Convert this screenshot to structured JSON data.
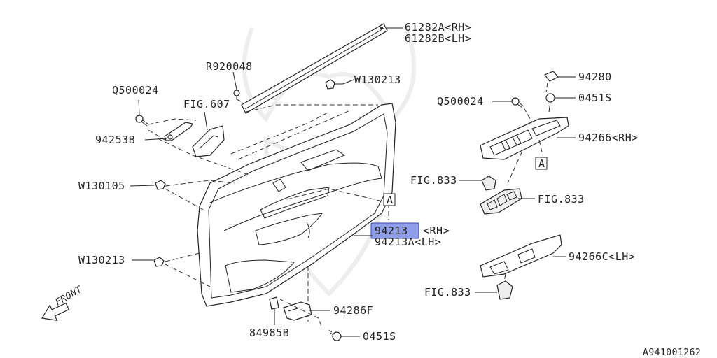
{
  "callouts": {
    "belt_rh": "61282A<RH>",
    "belt_lh": "61282B<LH>",
    "r920048": "R920048",
    "w130213_top": "W130213",
    "q500024_left": "Q500024",
    "fig607": "FIG.607",
    "p94253b": "94253B",
    "w130105": "W130105",
    "w130213_bottom": "W130213",
    "p94280": "94280",
    "q500024_right": "Q500024",
    "p0451s_top": "0451S",
    "p94266_rh": "94266<RH>",
    "fig833_a": "FIG.833",
    "fig833_b": "FIG.833",
    "trim_rh_part": "94213",
    "trim_rh_side": "<RH>",
    "trim_lh": "94213A<LH>",
    "p94266c_lh": "94266C<LH>",
    "fig833_c": "FIG.833",
    "p94286f": "94286F",
    "p84985b": "84985B",
    "p0451s_bottom": "0451S",
    "ref_a_panel": "A",
    "ref_a_switch": "A",
    "front": "FRONT",
    "diagram_id": "A941001262"
  },
  "colors": {
    "highlight_fill": "#8f9ee8",
    "highlight_stroke": "#3a4aa8",
    "line": "#222222"
  }
}
